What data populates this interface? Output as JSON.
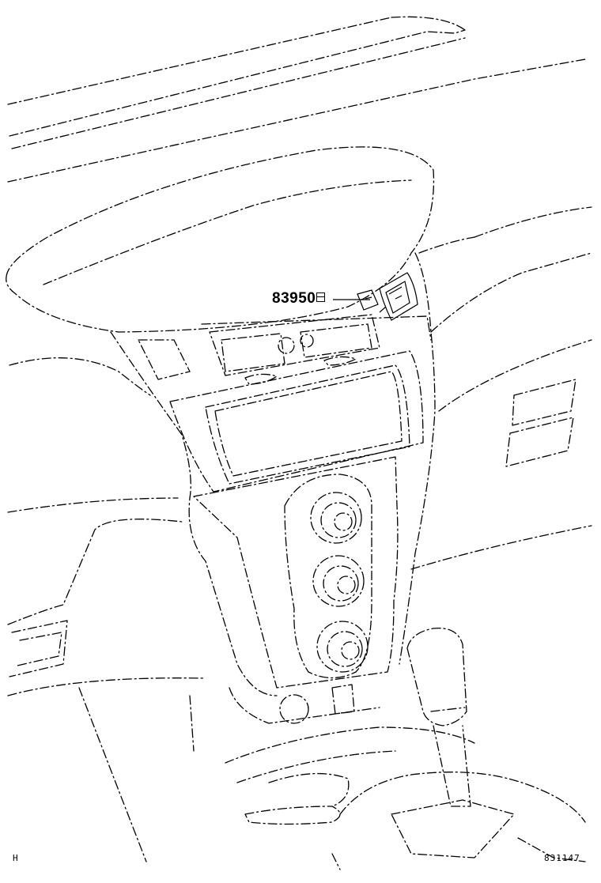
{
  "callouts": [
    {
      "part_number": "83950",
      "target": "switch-panel"
    }
  ],
  "corner_left_text": "H",
  "corner_right_text": "831147",
  "line_color": "#000000",
  "background_color": "#ffffff"
}
